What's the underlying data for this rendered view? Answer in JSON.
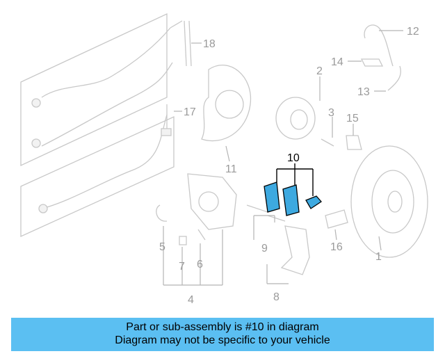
{
  "callouts": {
    "c1": "1",
    "c2": "2",
    "c3": "3",
    "c4": "4",
    "c5": "5",
    "c6": "6",
    "c7": "7",
    "c8": "8",
    "c9": "9",
    "c10": "10",
    "c11": "11",
    "c12": "12",
    "c13": "13",
    "c14": "14",
    "c15": "15",
    "c16": "16",
    "c17": "17",
    "c18": "18"
  },
  "highlighted_part": "10",
  "highlight_color": "#3da9e0",
  "banner": {
    "line1": "Part or sub-assembly is #10 in diagram",
    "line2": "Diagram may not be specific to your vehicle",
    "background": "#5bbff2"
  }
}
